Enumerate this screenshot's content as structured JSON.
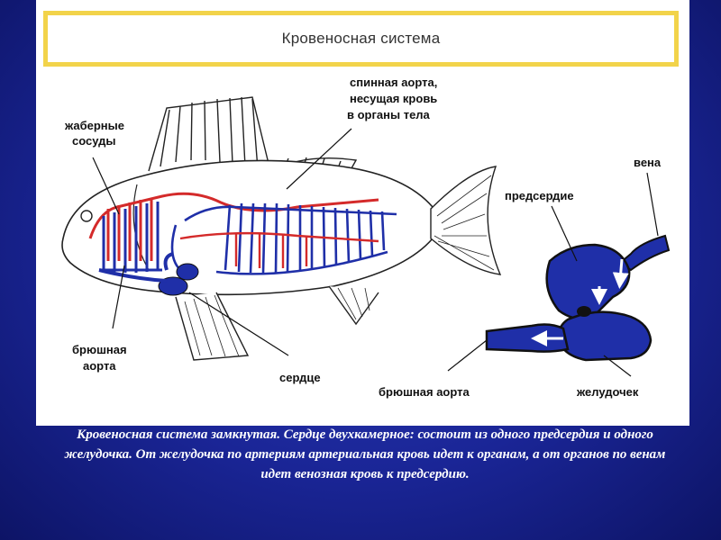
{
  "title": "Кровеносная система",
  "labels": {
    "gill_vessels_1": "жаберные",
    "gill_vessels_2": "сосуды",
    "dorsal_aorta_1": "спинная аорта,",
    "dorsal_aorta_2": "несущая кровь",
    "dorsal_aorta_3": "в органы тела",
    "ventral_aorta_1": "брюшная",
    "ventral_aorta_2": "аорта",
    "heart": "сердце",
    "vein": "вена",
    "atrium": "предсердие",
    "ventricle": "желудочек",
    "ventral_aorta_full": "брюшная аорта"
  },
  "caption": "Кровеносная система замкнутая. Сердце двухкамерное: состоит из одного предсердия и одного желудочка. От желудочка по артериям артериальная кровь идет к органам, а от органов по венам идет венозная кровь к предсердию.",
  "colors": {
    "artery": "#d42a2a",
    "vein": "#1f2fa8",
    "background": "#1a2596",
    "title_border": "#f2d34a"
  }
}
